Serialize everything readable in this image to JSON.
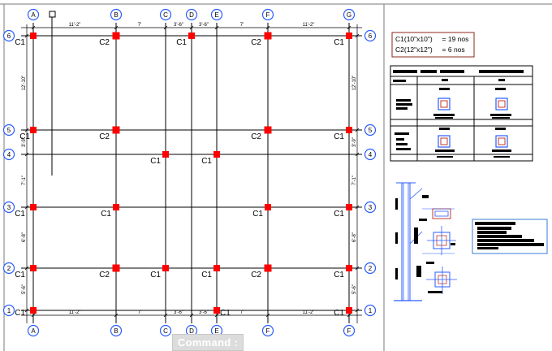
{
  "grid": {
    "top_labels": [
      "A",
      "B",
      "C",
      "D",
      "E",
      "F",
      "G"
    ],
    "bottom_labels": [
      "A",
      "B",
      "C",
      "D",
      "E",
      "F",
      "F"
    ],
    "left_labels": [
      "6",
      "5",
      "4",
      "3",
      "2",
      "1"
    ],
    "right_labels": [
      "6",
      "5",
      "4",
      "3",
      "2",
      "1"
    ],
    "top_dims": [
      "11'-2\"",
      "7'",
      "3'-6\"",
      "3'-6\"",
      "7'",
      "11'-2\""
    ],
    "bottom_dims": [
      "11'-2\"",
      "7'",
      "3'-6\"",
      "3'-6\"",
      "7'",
      "11'-2\""
    ],
    "left_dims": [
      "12'-10\"",
      "3'-9\"",
      "7'-1\"",
      "6'-8\"",
      "5'-6\""
    ],
    "right_dims": [
      "12'-10\"",
      "3'-9\"",
      "7'-1\"",
      "6'-8\"",
      "5'-6\""
    ]
  },
  "columns": {
    "c1": "C1",
    "c2": "C2"
  },
  "legend": {
    "line1": "C1(10\"x10\")     = 19 nos",
    "line2": "C2(12\"x12\")     = 6 nos"
  },
  "command": "Command :",
  "colors": {
    "column": "#ff0000",
    "bubble": "#2a5cff",
    "grid_line": "#000000",
    "frame": "#7a7a7a",
    "legend_border": "#8b2a1a",
    "detail_border": "#3a7bd5"
  }
}
